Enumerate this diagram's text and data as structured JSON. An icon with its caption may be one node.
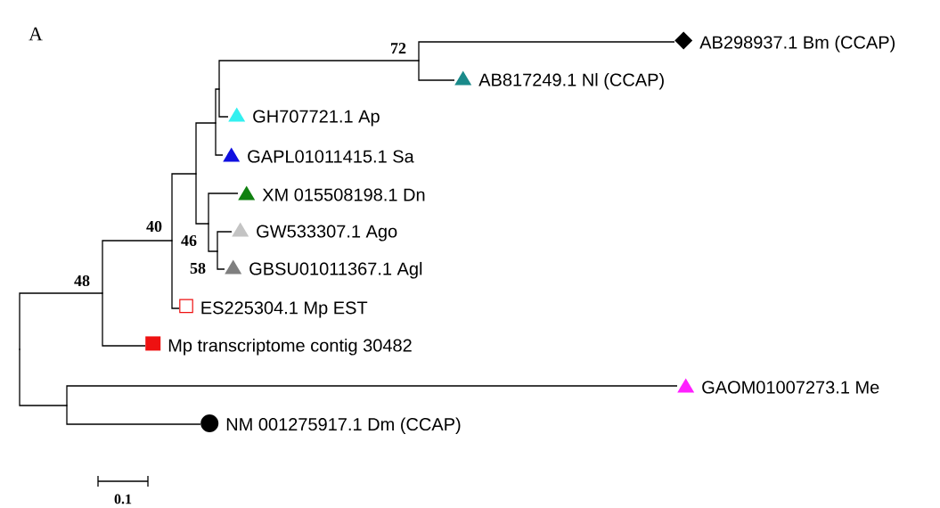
{
  "diagram": {
    "nodes": [
      {
        "text": [],
        "shape": "point"
      },
      {
        "text": [],
        "shape": "point",
        "beside": [
          "48"
        ]
      },
      {
        "text": [],
        "shape": "point",
        "beside": [
          "40"
        ]
      },
      {
        "text": [],
        "shape": "point"
      },
      {
        "text": [],
        "shape": "point"
      },
      {
        "text": [],
        "shape": "point"
      },
      {
        "text": [],
        "shape": "point",
        "beside": [
          "72"
        ]
      },
      {
        "text": [
          "AB298937.1 Bm (CCAP)"
        ]
      },
      {
        "text": [
          "AB817249.1 Nl (CCAP)"
        ]
      },
      {
        "text": [
          "GH707721.1 Ap"
        ]
      },
      {
        "text": [
          "GAPL01011415.1 Sa"
        ]
      },
      {
        "text": [],
        "shape": "point",
        "beside": [
          "46"
        ]
      },
      {
        "text": [
          "XM 015508198.1 Dn"
        ]
      },
      {
        "text": [],
        "shape": "point",
        "beside": [
          "58"
        ]
      },
      {
        "text": [
          "GW533307.1 Ago"
        ]
      },
      {
        "text": [
          "GBSU01011367.1 Agl"
        ]
      },
      {
        "text": [
          "ES225304.1 Mp EST"
        ]
      },
      {
        "text": [
          "Mp transcriptome contig 30482"
        ]
      },
      {
        "text": [],
        "shape": "point"
      },
      {
        "text": [
          "GAOM01007273.1 Me"
        ]
      },
      {
        "text": [
          "NM 001275917.1 Dm (CCAP)"
        ]
      }
    ],
    "edges": [
      {
        "from": 0,
        "to": 1,
        "arrow": "none"
      },
      {
        "from": 0,
        "to": 18,
        "arrow": "none"
      },
      {
        "from": 1,
        "to": 2,
        "arrow": "none"
      },
      {
        "from": 1,
        "to": 17,
        "arrow": "none"
      },
      {
        "from": 2,
        "to": 3,
        "arrow": "none"
      },
      {
        "from": 2,
        "to": 16,
        "arrow": "none"
      },
      {
        "from": 3,
        "to": 4,
        "arrow": "none"
      },
      {
        "from": 3,
        "to": 11,
        "arrow": "none"
      },
      {
        "from": 4,
        "to": 5,
        "arrow": "none"
      },
      {
        "from": 4,
        "to": 10,
        "arrow": "none"
      },
      {
        "from": 5,
        "to": 6,
        "arrow": "none"
      },
      {
        "from": 5,
        "to": 9,
        "arrow": "none"
      },
      {
        "from": 6,
        "to": 7,
        "arrow": "none"
      },
      {
        "from": 6,
        "to": 8,
        "arrow": "none"
      },
      {
        "from": 11,
        "to": 12,
        "arrow": "none"
      },
      {
        "from": 11,
        "to": 13,
        "arrow": "none"
      },
      {
        "from": 13,
        "to": 14,
        "arrow": "none"
      },
      {
        "from": 13,
        "to": 15,
        "arrow": "none"
      },
      {
        "from": 18,
        "to": 19,
        "arrow": "none"
      },
      {
        "from": 18,
        "to": 20,
        "arrow": "none"
      }
    ],
    "labels": [
      "A",
      "0.1"
    ]
  }
}
